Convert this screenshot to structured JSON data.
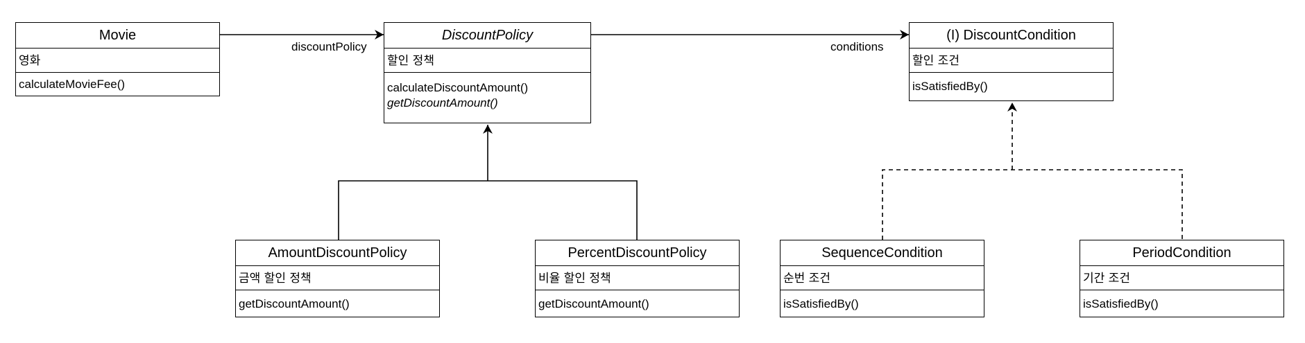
{
  "classes": {
    "movie": {
      "name": "Movie",
      "attributes": "영화",
      "operations": [
        "calculateMovieFee()"
      ]
    },
    "discount_policy": {
      "name": "DiscountPolicy",
      "attributes": "할인 정책",
      "operations": [
        "calculateDiscountAmount()",
        "getDiscountAmount()"
      ]
    },
    "discount_condition": {
      "name": "(I) DiscountCondition",
      "attributes": "할인 조건",
      "operations": [
        "isSatisfiedBy()"
      ]
    },
    "amount_discount_policy": {
      "name": "AmountDiscountPolicy",
      "attributes": "금액 할인 정책",
      "operations": [
        "getDiscountAmount()"
      ]
    },
    "percent_discount_policy": {
      "name": "PercentDiscountPolicy",
      "attributes": "비율 할인 정책",
      "operations": [
        "getDiscountAmount()"
      ]
    },
    "sequence_condition": {
      "name": "SequenceCondition",
      "attributes": "순번 조건",
      "operations": [
        "isSatisfiedBy()"
      ]
    },
    "period_condition": {
      "name": "PeriodCondition",
      "attributes": "기간 조건",
      "operations": [
        "isSatisfiedBy()"
      ]
    }
  },
  "associations": {
    "movie_to_policy": "discountPolicy",
    "policy_to_condition": "conditions"
  },
  "colors": {
    "stroke": "#000000",
    "fill": "#ffffff"
  }
}
